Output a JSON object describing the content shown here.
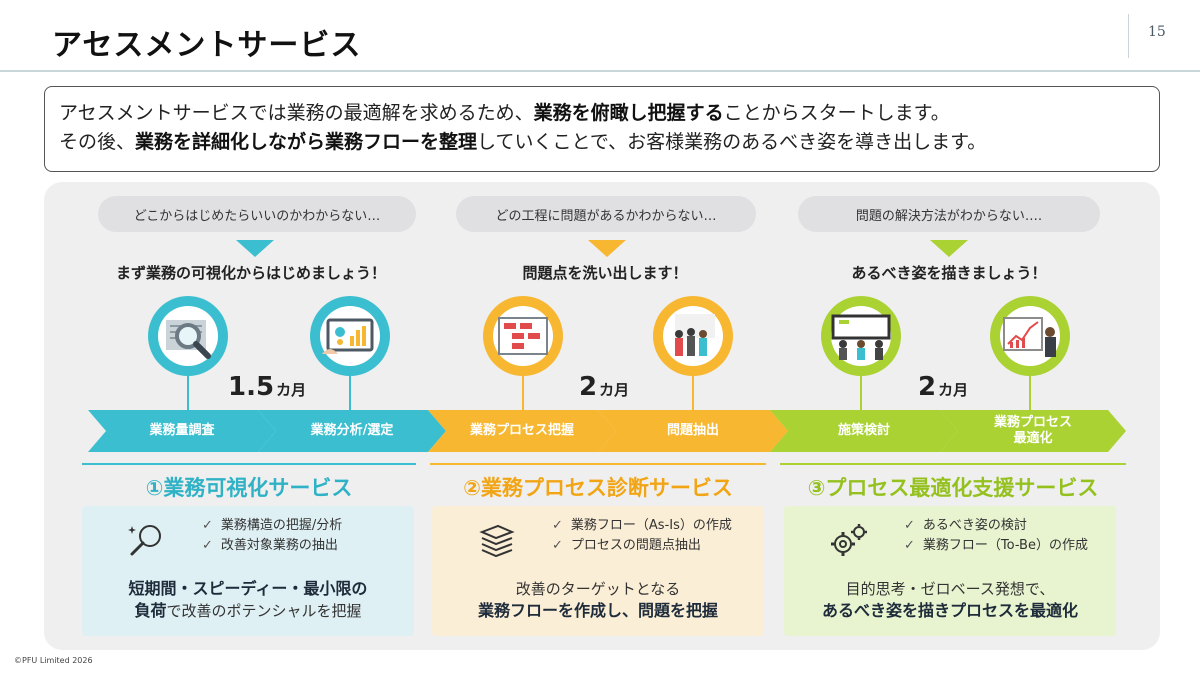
{
  "header": {
    "title": "アセスメントサービス",
    "page_number": "15"
  },
  "intro": {
    "line1_a": "アセスメントサービスでは業務の最適解を求めるため、",
    "line1_b": "業務を俯瞰し把握する",
    "line1_c": "ことからスタートします。",
    "line2_a": "その後、",
    "line2_b": "業務を詳細化しながら業務フローを整理",
    "line2_c": "していくことで、お客様業務のあるべき姿を導き出します。"
  },
  "phases": [
    {
      "bubble": "どこからはじめたらいいのかわからない…",
      "headline": "まず業務の可視化からはじめましょう！",
      "duration": "1.5",
      "duration_unit": "カ月",
      "color": "#3bbfd0",
      "icon_left": "magnifier-document-icon",
      "icon_right": "chart-tablet-icon",
      "arrows": [
        "業務量調査",
        "業務分析/選定"
      ],
      "service_title": "①業務可視化サービス",
      "checks": [
        "業務構造の把握/分析",
        "改善対象業務の抽出"
      ],
      "card_icon": "magnifier-icon",
      "foot_line1_b": "短期間・スピーディー・最小限の",
      "foot_line2_b": "負荷",
      "foot_line2": "で改善のポテンシャルを把握",
      "card_bg": "#dff0f4"
    },
    {
      "bubble": "どの工程に問題があるかわからない…",
      "headline": "問題点を洗い出します！",
      "duration": "2",
      "duration_unit": "カ月",
      "color": "#f7b731",
      "icon_left": "flowchart-board-icon",
      "icon_right": "team-meeting-icon",
      "arrows": [
        "業務プロセス把握",
        "問題抽出"
      ],
      "service_title": "②業務プロセス診断サービス",
      "checks": [
        "業務フロー（As-Is）の作成",
        "プロセスの問題点抽出"
      ],
      "card_icon": "layers-icon",
      "foot_line1": "改善のターゲットとなる",
      "foot_line2_b": "業務フローを作成し、問題を把握",
      "card_bg": "#fbeed6"
    },
    {
      "bubble": "問題の解決方法がわからない‥‥",
      "headline": "あるべき姿を描きましょう！",
      "duration": "2",
      "duration_unit": "カ月",
      "color": "#a9d232",
      "icon_left": "presentation-screen-icon",
      "icon_right": "growth-chart-presenter-icon",
      "arrows": [
        "施策検討",
        "業務プロセス\n最適化"
      ],
      "service_title": "③プロセス最適化支援サービス",
      "checks": [
        "あるべき姿の検討",
        "業務フロー（To-Be）の作成"
      ],
      "card_icon": "gears-icon",
      "foot_line1": "目的思考・ゼロベース発想で、",
      "foot_line2_b": "あるべき姿を描きプロセスを最適化",
      "card_bg": "#e8f3cf"
    }
  ],
  "check_mark": "✓",
  "footer": {
    "copyright": "©PFU Limited 2026"
  }
}
